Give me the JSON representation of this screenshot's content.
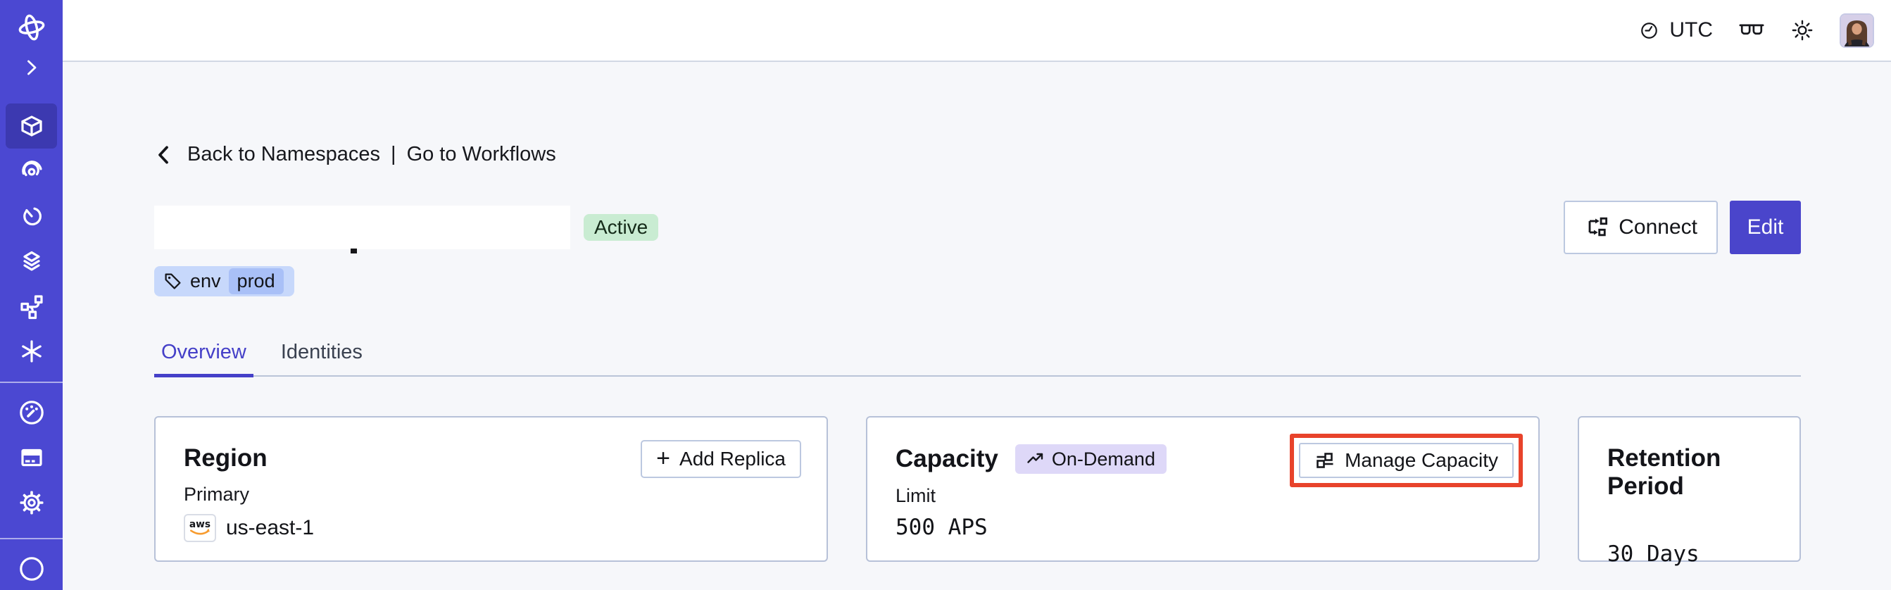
{
  "header": {
    "timezone": "UTC",
    "icons": [
      "clock-icon",
      "glasses-icon",
      "brightness-icon",
      "user-avatar"
    ]
  },
  "sidebar": {
    "items": [
      {
        "icon": "temporal-logo",
        "active": false
      },
      {
        "icon": "expand-chevron",
        "active": false
      },
      {
        "icon": "namespaces-cube",
        "active": true
      },
      {
        "icon": "workflows-spiral",
        "active": false
      },
      {
        "icon": "schedules-timer",
        "active": false
      },
      {
        "icon": "deployments-layers",
        "active": false
      },
      {
        "icon": "batch-operations-branch",
        "active": false
      },
      {
        "icon": "nexus-asterisk",
        "active": false
      },
      {
        "icon": "usage-gauge",
        "active": false
      },
      {
        "icon": "billing-card",
        "active": false
      },
      {
        "icon": "settings-gear",
        "active": false
      },
      {
        "icon": "support-circle",
        "active": false
      }
    ]
  },
  "breadcrumb": {
    "back": "Back to Namespaces",
    "separator": "|",
    "workflows": "Go to Workflows"
  },
  "namespace": {
    "status": "Active",
    "tag_key": "env",
    "tag_value": "prod"
  },
  "actions": {
    "connect": "Connect",
    "edit": "Edit"
  },
  "tabs": [
    {
      "label": "Overview",
      "active": true
    },
    {
      "label": "Identities",
      "active": false
    }
  ],
  "cards": {
    "region": {
      "title": "Region",
      "add_replica": "Add Replica",
      "plus_glyph": "+",
      "primary_label": "Primary",
      "provider": "aws",
      "value": "us-east-1"
    },
    "capacity": {
      "title": "Capacity",
      "badge": "On-Demand",
      "manage": "Manage Capacity",
      "limit_label": "Limit",
      "value": "500 APS",
      "highlighted": true
    },
    "retention": {
      "title": "Retention Period",
      "value": "30 Days"
    }
  },
  "colors": {
    "sidebar_bg": "#4b48d2",
    "sidebar_active_bg": "#3c39b0",
    "accent_indigo": "#4a45cb",
    "active_tab": "#4540c8",
    "status_active_bg": "#c9ecd2",
    "tag_bg": "#c7d8fb",
    "tag_inner_bg": "#a9c0f7",
    "ondemand_bg": "#ded8f8",
    "highlight_red": "#e8432b",
    "aws_smile_orange": "#f79b2e",
    "page_bg": "#f6f7fa"
  }
}
